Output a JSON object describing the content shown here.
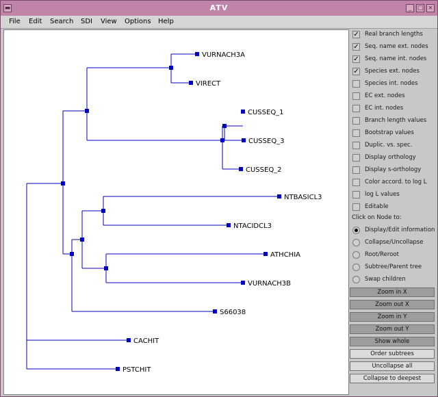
{
  "window": {
    "title": "ATV"
  },
  "menu": [
    "File",
    "Edit",
    "Search",
    "SDI",
    "View",
    "Options",
    "Help"
  ],
  "tree": {
    "node_color": "#0000c0",
    "leaves": [
      "VURNACH3A",
      "VIRECT",
      "CUSSEQ_1",
      "CUSSEQ_3",
      "CUSSEQ_2",
      "NTBASICL3",
      "NTACIDCL3",
      "ATHCHIA",
      "VURNACH3B",
      "S66038",
      "CACHIT",
      "PSTCHIT"
    ]
  },
  "options": [
    {
      "label": "Real branch lengths",
      "checked": true
    },
    {
      "label": "Seq. name ext. nodes",
      "checked": true
    },
    {
      "label": "Seq. name int. nodes",
      "checked": true
    },
    {
      "label": "Species ext. nodes",
      "checked": true
    },
    {
      "label": "Species int. nodes",
      "checked": false
    },
    {
      "label": "EC ext. nodes",
      "checked": false
    },
    {
      "label": "EC int. nodes",
      "checked": false
    },
    {
      "label": "Branch length values",
      "checked": false
    },
    {
      "label": "Bootstrap values",
      "checked": false
    },
    {
      "label": "Duplic. vs. spec.",
      "checked": false
    },
    {
      "label": "Display orthology",
      "checked": false
    },
    {
      "label": "Display s-orthology",
      "checked": false
    },
    {
      "label": "Color accord. to log L",
      "checked": false
    },
    {
      "label": "log L values",
      "checked": false
    },
    {
      "label": "Editable",
      "checked": false
    }
  ],
  "click_label": "Click on Node to:",
  "click_actions": [
    {
      "label": "Display/Edit information",
      "selected": true
    },
    {
      "label": "Collapse/Uncollapse",
      "selected": false
    },
    {
      "label": "Root/Reroot",
      "selected": false
    },
    {
      "label": "Subtree/Parent tree",
      "selected": false
    },
    {
      "label": "Swap children",
      "selected": false
    }
  ],
  "buttons": [
    {
      "label": "Zoom in X",
      "style": "dark"
    },
    {
      "label": "Zoom out X",
      "style": "dark"
    },
    {
      "label": "Zoom in Y",
      "style": "dark"
    },
    {
      "label": "Zoom out Y",
      "style": "dark"
    },
    {
      "label": "Show whole",
      "style": "dark"
    },
    {
      "label": "Order subtrees",
      "style": "light"
    },
    {
      "label": "Uncollapse all",
      "style": "light"
    },
    {
      "label": "Collapse to deepest",
      "style": "light"
    }
  ]
}
